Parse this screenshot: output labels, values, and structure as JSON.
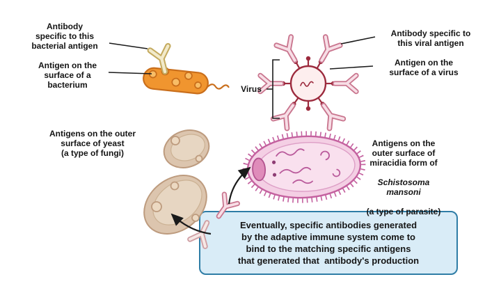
{
  "bacterium": {
    "antibody_label": "Antibody\nspecific to this\nbacterial antigen",
    "antigen_label": "Antigen on the\nsurface of a\nbacterium"
  },
  "virus": {
    "antibody_label": "Antibody specific to\nthis viral antigen",
    "antigen_label": "Antigen on the\nsurface of a virus",
    "name_label": "Virus"
  },
  "yeast": {
    "label": "Antigens on the outer\nsurface of yeast\n(a type of fungi)"
  },
  "parasite": {
    "label_top": "Antigens on the\nouter surface of\nmiracidia form of",
    "label_species": "Schistosoma\nmansoni",
    "label_bottom": "(a type of parasite)"
  },
  "summary": {
    "text": "Eventually, specific antibodies generated\nby the adaptive immune system come to\nbind to the matching specific antigens\nthat generated that  antibody's production"
  },
  "colors": {
    "summary_box_bg": "#d9ecf7",
    "summary_box_border": "#2e7da6",
    "bacterium_body": "#f0952f",
    "bacterium_outline": "#c96e1b",
    "bacterium_antibody": "#f2eaca",
    "virus_outline": "#9c2a3d",
    "virus_fill": "#fdeeee",
    "virus_antibody": "#f7dee6",
    "yeast_fill": "#dcc5ae",
    "yeast_outline": "#bd9b7e",
    "miracidia_fill": "#f4cfe4",
    "miracidia_outline": "#c4619f"
  }
}
